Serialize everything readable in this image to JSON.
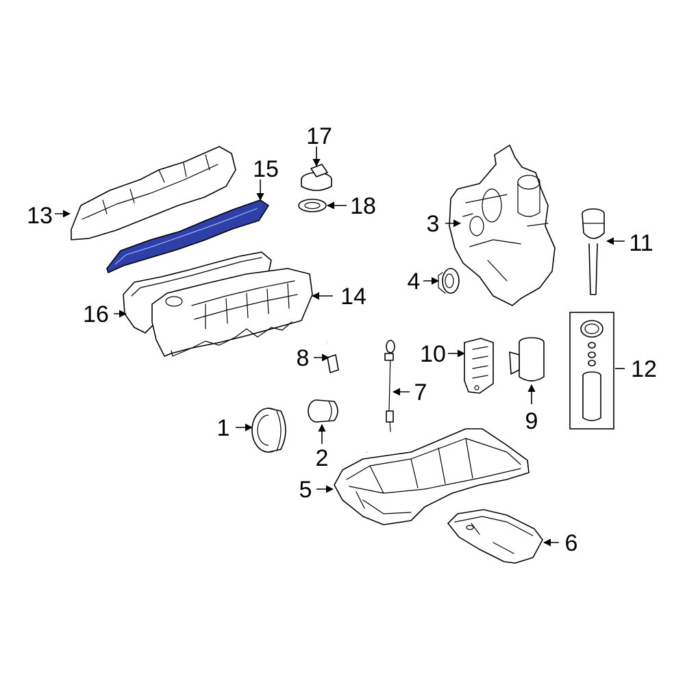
{
  "colors": {
    "line": "#000000",
    "background": "#ffffff",
    "highlight": "#2f3fa8"
  },
  "highlighted_part": "15",
  "callouts": [
    "1",
    "2",
    "3",
    "4",
    "5",
    "6",
    "7",
    "8",
    "9",
    "10",
    "11",
    "12",
    "13",
    "14",
    "15",
    "16",
    "17",
    "18"
  ]
}
